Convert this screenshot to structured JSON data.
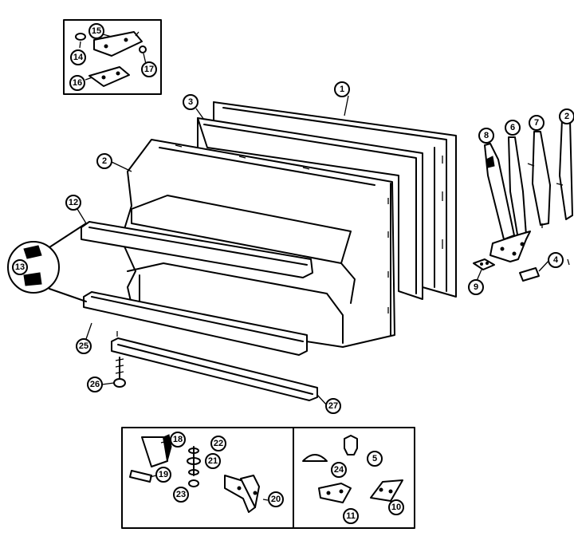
{
  "callouts": [
    {
      "id": "c1",
      "label": "1"
    },
    {
      "id": "c2",
      "label": "2"
    },
    {
      "id": "c3",
      "label": "3"
    },
    {
      "id": "c4",
      "label": "4"
    },
    {
      "id": "c5",
      "label": "5"
    },
    {
      "id": "c6",
      "label": "6"
    },
    {
      "id": "c7",
      "label": "7"
    },
    {
      "id": "c8",
      "label": "8"
    },
    {
      "id": "c9",
      "label": "9"
    },
    {
      "id": "c10",
      "label": "10"
    },
    {
      "id": "c11",
      "label": "11"
    },
    {
      "id": "c12",
      "label": "12"
    },
    {
      "id": "c13",
      "label": "13"
    },
    {
      "id": "c14",
      "label": "14"
    },
    {
      "id": "c15",
      "label": "15"
    },
    {
      "id": "c16",
      "label": "16"
    },
    {
      "id": "c17",
      "label": "17"
    },
    {
      "id": "c18",
      "label": "18"
    },
    {
      "id": "c19a",
      "label": "19"
    },
    {
      "id": "c19b",
      "label": "19"
    },
    {
      "id": "c20",
      "label": "20"
    },
    {
      "id": "c21",
      "label": "21"
    },
    {
      "id": "c22",
      "label": "22"
    },
    {
      "id": "c23",
      "label": "23"
    },
    {
      "id": "c24",
      "label": "24"
    },
    {
      "id": "c25",
      "label": "25"
    },
    {
      "id": "c26",
      "label": "26"
    },
    {
      "id": "c27",
      "label": "27"
    },
    {
      "id": "c2b",
      "label": "2"
    }
  ]
}
